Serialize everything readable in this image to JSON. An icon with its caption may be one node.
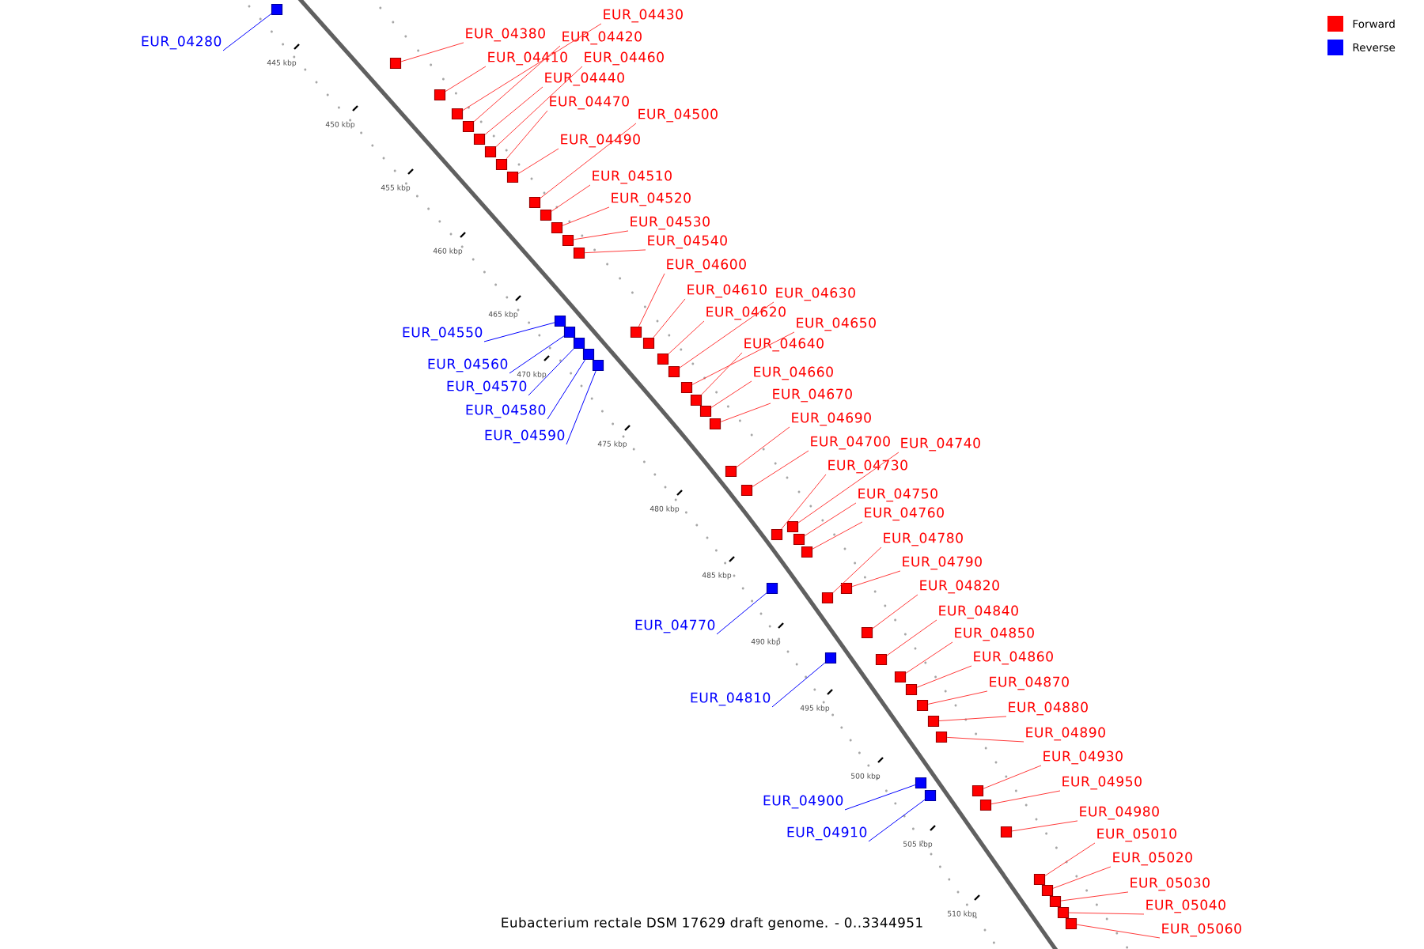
{
  "diagram": {
    "caption": "Eubacterium rectale DSM 17629 draft genome. - 0..3344951",
    "nodes": [
      {
        "text": [
          "EUR_04430"
        ]
      },
      {
        "text": [
          "EUR_04380"
        ]
      },
      {
        "text": [
          "EUR_04420"
        ]
      },
      {
        "text": [
          "EUR_04280"
        ]
      },
      {
        "text": [
          "EUR_04410"
        ]
      },
      {
        "text": [
          "EUR_04460"
        ]
      },
      {
        "text": [
          "EUR_04440"
        ]
      },
      {
        "text": [
          "EUR_04470"
        ]
      },
      {
        "text": [
          "EUR_04500"
        ]
      },
      {
        "text": [
          "EUR_04490"
        ]
      },
      {
        "text": [
          "EUR_04510"
        ]
      },
      {
        "text": [
          "EUR_04520"
        ]
      },
      {
        "text": [
          "EUR_04530"
        ]
      },
      {
        "text": [
          "EUR_04540"
        ]
      },
      {
        "text": [
          "EUR_04600"
        ]
      },
      {
        "text": [
          "EUR_04610"
        ]
      },
      {
        "text": [
          "EUR_04630"
        ]
      },
      {
        "text": [
          "EUR_04620"
        ]
      },
      {
        "text": [
          "EUR_04650"
        ]
      },
      {
        "text": [
          "EUR_04550"
        ]
      },
      {
        "text": [
          "EUR_04640"
        ]
      },
      {
        "text": [
          "EUR_04560"
        ]
      },
      {
        "text": [
          "EUR_04660"
        ]
      },
      {
        "text": [
          "EUR_04570"
        ]
      },
      {
        "text": [
          "EUR_04670"
        ]
      },
      {
        "text": [
          "EUR_04580"
        ]
      },
      {
        "text": [
          "EUR_04690"
        ]
      },
      {
        "text": [
          "EUR_04590"
        ]
      },
      {
        "text": [
          "EUR_04700"
        ]
      },
      {
        "text": [
          "EUR_04740"
        ]
      },
      {
        "text": [
          "EUR_04730"
        ]
      },
      {
        "text": [
          "EUR_04750"
        ]
      },
      {
        "text": [
          "EUR_04760"
        ]
      },
      {
        "text": [
          "EUR_04780"
        ]
      },
      {
        "text": [
          "EUR_04790"
        ]
      },
      {
        "text": [
          "EUR_04820"
        ]
      },
      {
        "text": [
          "EUR_04840"
        ]
      },
      {
        "text": [
          "EUR_04770"
        ]
      },
      {
        "text": [
          "EUR_04850"
        ]
      },
      {
        "text": [
          "EUR_04860"
        ]
      },
      {
        "text": [
          "EUR_04870"
        ]
      },
      {
        "text": [
          "EUR_04810"
        ]
      },
      {
        "text": [
          "EUR_04880"
        ]
      },
      {
        "text": [
          "EUR_04890"
        ]
      },
      {
        "text": [
          "EUR_04930"
        ]
      },
      {
        "text": [
          "EUR_04950"
        ]
      },
      {
        "text": [
          "EUR_04900"
        ]
      },
      {
        "text": [
          "EUR_04980"
        ]
      },
      {
        "text": [
          "EUR_04910"
        ]
      },
      {
        "text": [
          "EUR_05010"
        ]
      },
      {
        "text": [
          "EUR_05020"
        ]
      },
      {
        "text": [
          "EUR_05030"
        ]
      },
      {
        "text": [
          "EUR_05040"
        ]
      },
      {
        "text": [
          "EUR_05060"
        ]
      },
      {
        "text": [],
        "shape": "box"
      },
      {
        "text": [],
        "shape": "box"
      },
      {
        "text": [],
        "shape": "box"
      },
      {
        "text": [],
        "shape": "box"
      },
      {
        "text": [],
        "shape": "box"
      },
      {
        "text": [],
        "shape": "box"
      },
      {
        "text": [],
        "shape": "box"
      },
      {
        "text": [],
        "shape": "box"
      },
      {
        "text": [],
        "shape": "box"
      },
      {
        "text": [],
        "shape": "box"
      },
      {
        "text": [],
        "shape": "box"
      },
      {
        "text": [],
        "shape": "box"
      },
      {
        "text": [],
        "shape": "box"
      },
      {
        "text": [],
        "shape": "box"
      },
      {
        "text": [],
        "shape": "box"
      },
      {
        "text": [],
        "shape": "box"
      },
      {
        "text": [],
        "shape": "box"
      },
      {
        "text": [],
        "shape": "box"
      },
      {
        "text": [],
        "shape": "box"
      },
      {
        "text": [],
        "shape": "box"
      },
      {
        "text": [],
        "shape": "box"
      },
      {
        "text": [],
        "shape": "box"
      },
      {
        "text": [],
        "shape": "box"
      },
      {
        "text": [],
        "shape": "box"
      },
      {
        "text": [],
        "shape": "box"
      },
      {
        "text": [],
        "shape": "box"
      },
      {
        "text": [],
        "shape": "box"
      },
      {
        "text": [],
        "shape": "box"
      },
      {
        "text": [],
        "shape": "box"
      },
      {
        "text": [],
        "shape": "box"
      },
      {
        "text": [],
        "shape": "box"
      },
      {
        "text": [],
        "shape": "box"
      },
      {
        "text": [],
        "shape": "box"
      },
      {
        "text": [],
        "shape": "box"
      },
      {
        "text": [],
        "shape": "box"
      },
      {
        "text": [],
        "shape": "box"
      },
      {
        "text": [],
        "shape": "box"
      },
      {
        "text": [],
        "shape": "box"
      },
      {
        "text": [],
        "shape": "box"
      },
      {
        "text": [],
        "shape": "box"
      },
      {
        "text": [],
        "shape": "box"
      },
      {
        "text": [],
        "shape": "box"
      },
      {
        "text": [],
        "shape": "box"
      },
      {
        "text": [],
        "shape": "box"
      },
      {
        "text": [],
        "shape": "box"
      },
      {
        "text": [],
        "shape": "box"
      },
      {
        "text": [],
        "shape": "box"
      },
      {
        "text": [],
        "shape": "box"
      },
      {
        "text": [],
        "shape": "box"
      },
      {
        "text": [],
        "shape": "box"
      },
      {
        "text": [],
        "shape": "box"
      },
      {
        "text": [],
        "shape": "box"
      },
      {
        "text": [],
        "shape": "box"
      },
      {
        "text": [],
        "shape": "box"
      }
    ],
    "edges": [
      {
        "from": 0,
        "to": 54,
        "arrow": "none"
      },
      {
        "from": 1,
        "to": 55,
        "arrow": "none"
      },
      {
        "from": 2,
        "to": 56,
        "arrow": "none"
      },
      {
        "from": 3,
        "to": 57,
        "arrow": "none",
        "color": "#0000ff"
      },
      {
        "from": 4,
        "to": 58,
        "arrow": "none"
      },
      {
        "from": 5,
        "to": 59,
        "arrow": "none"
      },
      {
        "from": 6,
        "to": 60,
        "arrow": "none"
      },
      {
        "from": 7,
        "to": 61,
        "arrow": "none"
      },
      {
        "from": 8,
        "to": 62,
        "arrow": "none"
      },
      {
        "from": 9,
        "to": 63,
        "arrow": "none"
      },
      {
        "from": 10,
        "to": 64,
        "arrow": "none"
      },
      {
        "from": 11,
        "to": 65,
        "arrow": "none"
      },
      {
        "from": 12,
        "to": 66,
        "arrow": "none"
      },
      {
        "from": 13,
        "to": 67,
        "arrow": "none"
      },
      {
        "from": 14,
        "to": 68,
        "arrow": "none"
      },
      {
        "from": 15,
        "to": 69,
        "arrow": "none"
      },
      {
        "from": 16,
        "to": 70,
        "arrow": "none"
      },
      {
        "from": 17,
        "to": 71,
        "arrow": "none"
      },
      {
        "from": 18,
        "to": 72,
        "arrow": "none"
      },
      {
        "from": 19,
        "to": 73,
        "arrow": "none",
        "color": "#0000ff"
      },
      {
        "from": 20,
        "to": 74,
        "arrow": "none"
      },
      {
        "from": 21,
        "to": 75,
        "arrow": "none",
        "color": "#0000ff"
      },
      {
        "from": 22,
        "to": 76,
        "arrow": "none"
      },
      {
        "from": 23,
        "to": 77,
        "arrow": "none",
        "color": "#0000ff"
      },
      {
        "from": 24,
        "to": 78,
        "arrow": "none"
      },
      {
        "from": 25,
        "to": 79,
        "arrow": "none",
        "color": "#0000ff"
      },
      {
        "from": 26,
        "to": 80,
        "arrow": "none"
      },
      {
        "from": 27,
        "to": 81,
        "arrow": "none",
        "color": "#0000ff"
      },
      {
        "from": 28,
        "to": 82,
        "arrow": "none"
      },
      {
        "from": 29,
        "to": 83,
        "arrow": "none"
      },
      {
        "from": 30,
        "to": 84,
        "arrow": "none"
      },
      {
        "from": 31,
        "to": 85,
        "arrow": "none"
      },
      {
        "from": 32,
        "to": 86,
        "arrow": "none"
      },
      {
        "from": 33,
        "to": 87,
        "arrow": "none"
      },
      {
        "from": 34,
        "to": 88,
        "arrow": "none"
      },
      {
        "from": 35,
        "to": 89,
        "arrow": "none"
      },
      {
        "from": 36,
        "to": 90,
        "arrow": "none"
      },
      {
        "from": 37,
        "to": 91,
        "arrow": "none",
        "color": "#0000ff"
      },
      {
        "from": 38,
        "to": 92,
        "arrow": "none"
      },
      {
        "from": 39,
        "to": 93,
        "arrow": "none"
      },
      {
        "from": 40,
        "to": 94,
        "arrow": "none"
      },
      {
        "from": 41,
        "to": 95,
        "arrow": "none",
        "color": "#0000ff"
      },
      {
        "from": 42,
        "to": 96,
        "arrow": "none"
      },
      {
        "from": 43,
        "to": 97,
        "arrow": "none"
      },
      {
        "from": 44,
        "to": 98,
        "arrow": "none"
      },
      {
        "from": 45,
        "to": 99,
        "arrow": "none"
      },
      {
        "from": 46,
        "to": 100,
        "arrow": "none",
        "color": "#0000ff"
      },
      {
        "from": 47,
        "to": 101,
        "arrow": "none"
      },
      {
        "from": 48,
        "to": 102,
        "arrow": "none",
        "color": "#0000ff"
      },
      {
        "from": 49,
        "to": 103,
        "arrow": "none"
      },
      {
        "from": 50,
        "to": 104,
        "arrow": "none"
      },
      {
        "from": 51,
        "to": 105,
        "arrow": "none"
      },
      {
        "from": 52,
        "to": 106,
        "arrow": "none"
      },
      {
        "from": 53,
        "to": 107,
        "arrow": "none"
      }
    ],
    "labels": [
      "445 kbp",
      "450 kbp",
      "455 kbp",
      "460 kbp",
      "465 kbp",
      "470 kbp",
      "475 kbp",
      "480 kbp",
      "485 kbp",
      "490 kbp",
      "495 kbp",
      "500 kbp",
      "505 kbp",
      "510 kbp"
    ],
    "legend": [
      {
        "text": "Forward",
        "color": "#ff0000"
      },
      {
        "text": "Reverse",
        "color": "#0000ff"
      }
    ]
  }
}
